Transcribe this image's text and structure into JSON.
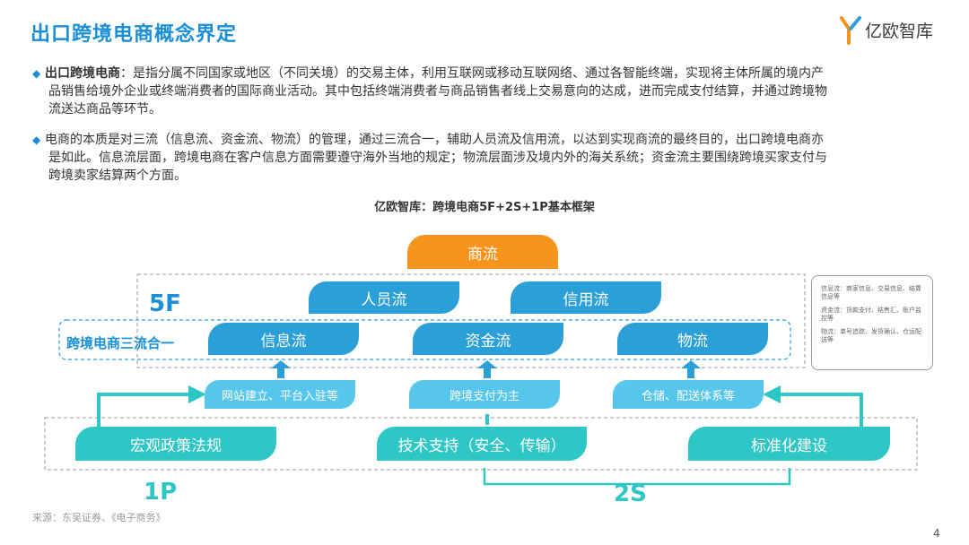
{
  "page": {
    "title": "出口跨境电商概念界定",
    "logo_text": "亿欧智库",
    "page_number": "4",
    "source": "来源：东吴证券、《电子商务》"
  },
  "bullets": [
    {
      "bold": "出口跨境电商",
      "text": "：是指分属不同国家或地区（不同关境）的交易主体，利用互联网或移动互联网络、通过各智能终端，实现将主体所属的境内产",
      "lines": [
        "品销售给境外企业或终端消费者的国际商业活动。其中包括终端消费者与商品销售者线上交易意向的达成，进而完成支付结算，并通过跨境物",
        "流送达商品等环节。"
      ]
    },
    {
      "bold": "",
      "text": "电商的本质是对三流（信息流、资金流、物流）的管理，通过三流合一，辅助人员流及信用流，以达到实现商流的最终目的，出口跨境电商亦",
      "lines": [
        "是如此。信息流层面，跨境电商在客户信息方面需要遵守海外当地的规定；物流层面涉及境内外的海关系统；资金流主要围绕跨境买家支付与",
        "跨境卖家结算两个方面。"
      ]
    }
  ],
  "diagram": {
    "title": "亿欧智库：跨境电商5F+2S+1P基本框架",
    "top": "商流",
    "label_5f": "5F",
    "flow_label": "跨境电商三流合一",
    "upper": [
      "人员流",
      "信用流"
    ],
    "middle": [
      "信息流",
      "资金流",
      "物流"
    ],
    "support": [
      "网站建立、平台入驻等",
      "跨境支付为主",
      "仓储、配送体系等"
    ],
    "bottom": [
      "宏观政策法规",
      "技术支持（安全、传输）",
      "标准化建设"
    ],
    "label_1p": "1P",
    "label_2s": "2S",
    "notes": [
      "信息流：商家信息、交易信息、结算信息等",
      "资金流：货款支付、结售汇、账户监控等",
      "物流：单号追踪、发货确认、仓运配送等"
    ]
  },
  "colors": {
    "accent": "#1a8fd6",
    "orange": "#f7941d",
    "blue": "#2a9fd8",
    "teal": "#2fc6c6",
    "light_blue": "#57c6ec"
  }
}
